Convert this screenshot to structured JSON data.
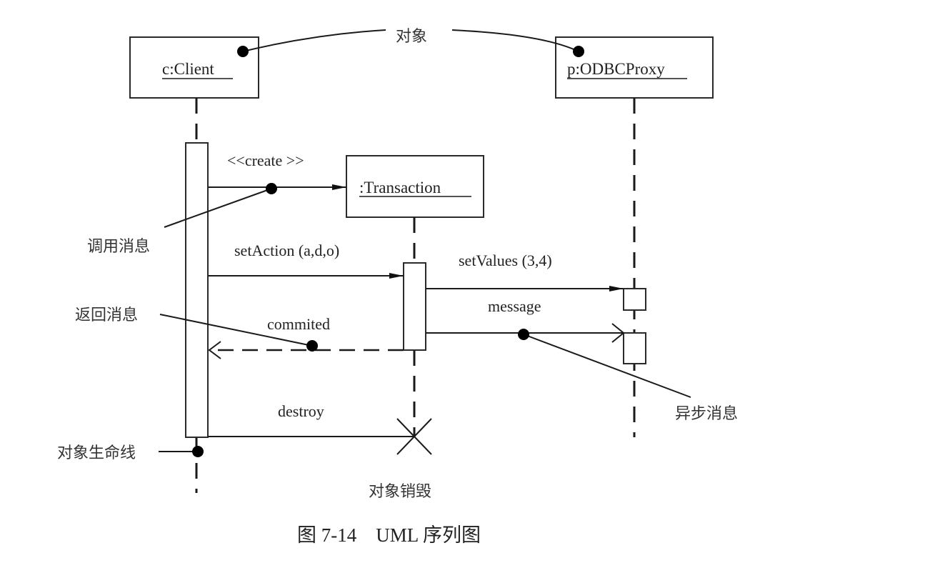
{
  "diagram": {
    "type": "UML sequence diagram",
    "caption": "图 7-14    UML 序列图",
    "objects": {
      "client": "c:Client",
      "transaction": ":Transaction",
      "proxy": "p:ODBCProxy"
    },
    "messages": {
      "create": "<<create >>",
      "set_action": "setAction  (a,d,o)",
      "set_values": "setValues  (3,4)",
      "message": "message",
      "commited": "commited",
      "destroy": "destroy"
    },
    "annotations": {
      "object": "对象",
      "call_message": "调用消息",
      "return_message": "返回消息",
      "async_message": "异步消息",
      "lifeline": "对象生命线",
      "destruction": "对象销毁"
    }
  }
}
